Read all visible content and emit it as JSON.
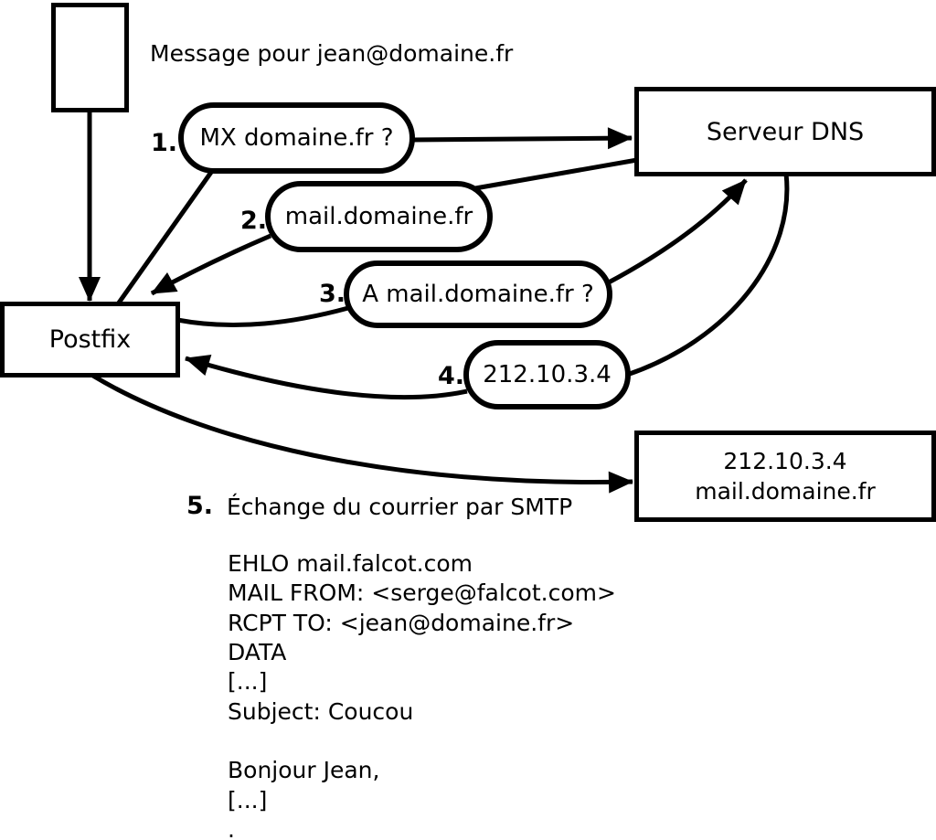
{
  "note": "Message pour jean@domaine.fr",
  "nodes": {
    "postfix": "Postfix",
    "dns": "Serveur DNS",
    "dest_ip": "212.10.3.4",
    "dest_host": "mail.domaine.fr"
  },
  "steps": [
    {
      "num": "1.",
      "label": "MX domaine.fr ?"
    },
    {
      "num": "2.",
      "label": "mail.domaine.fr"
    },
    {
      "num": "3.",
      "label": "A mail.domaine.fr ?"
    },
    {
      "num": "4.",
      "label": "212.10.3.4"
    },
    {
      "num": "5.",
      "label": "Échange du courrier par SMTP"
    }
  ],
  "smtp": [
    "EHLO mail.falcot.com",
    "MAIL FROM: <serge@falcot.com>",
    "RCPT TO: <jean@domaine.fr>",
    "DATA",
    "[...]",
    "Subject: Coucou",
    "",
    "Bonjour Jean,",
    "[...]",
    "."
  ],
  "colors": {
    "stroke": "#000000",
    "background": "#ffffff"
  }
}
